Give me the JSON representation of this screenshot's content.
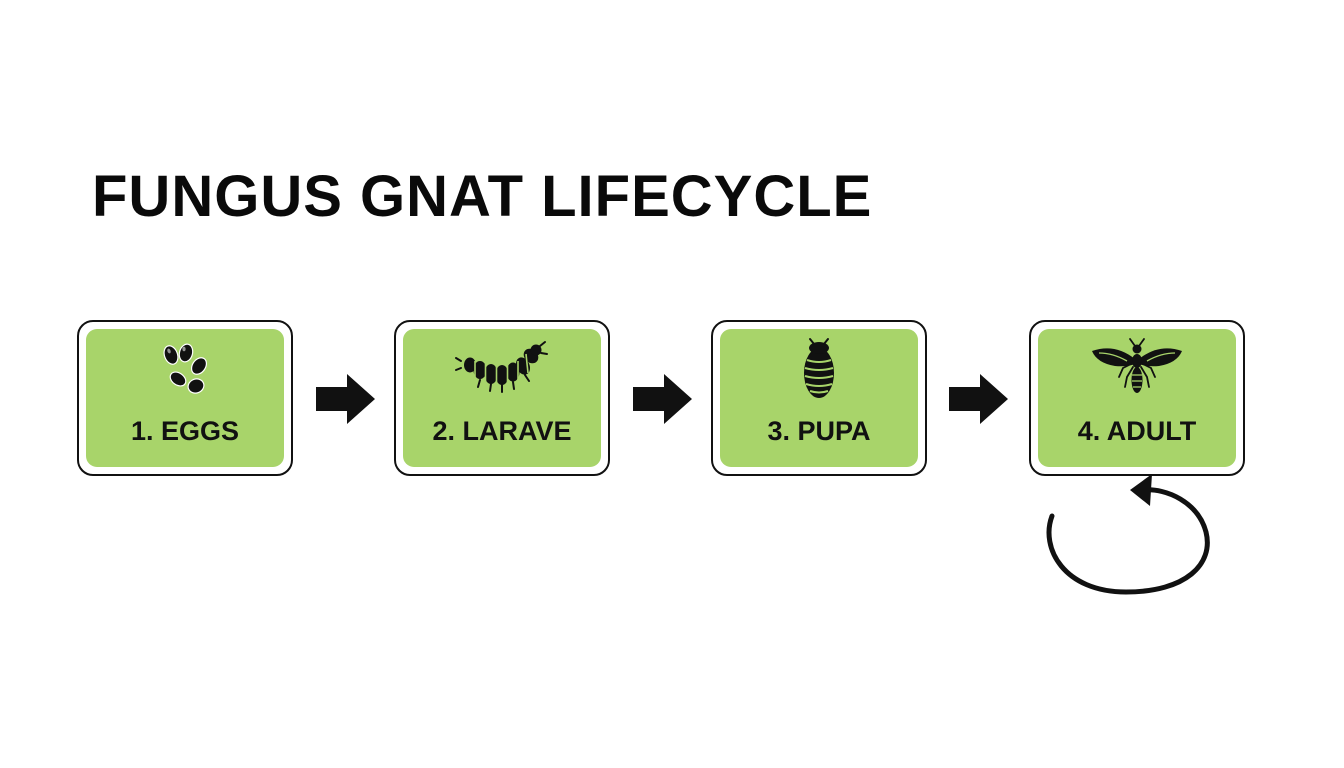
{
  "title": "FUNGUS GNAT LIFECYCLE",
  "colors": {
    "stage_fill": "#a8d46a",
    "ink": "#111111",
    "background": "#ffffff"
  },
  "stages": [
    {
      "label": "1. EGGS",
      "icon": "eggs-icon"
    },
    {
      "label": "2. LARAVE",
      "icon": "larva-icon"
    },
    {
      "label": "3. PUPA",
      "icon": "pupa-icon"
    },
    {
      "label": "4. ADULT",
      "icon": "adult-gnat-icon"
    }
  ],
  "connectors": [
    "right-arrow",
    "right-arrow",
    "right-arrow"
  ],
  "cycle": {
    "icon": "loop-arrow-icon"
  }
}
